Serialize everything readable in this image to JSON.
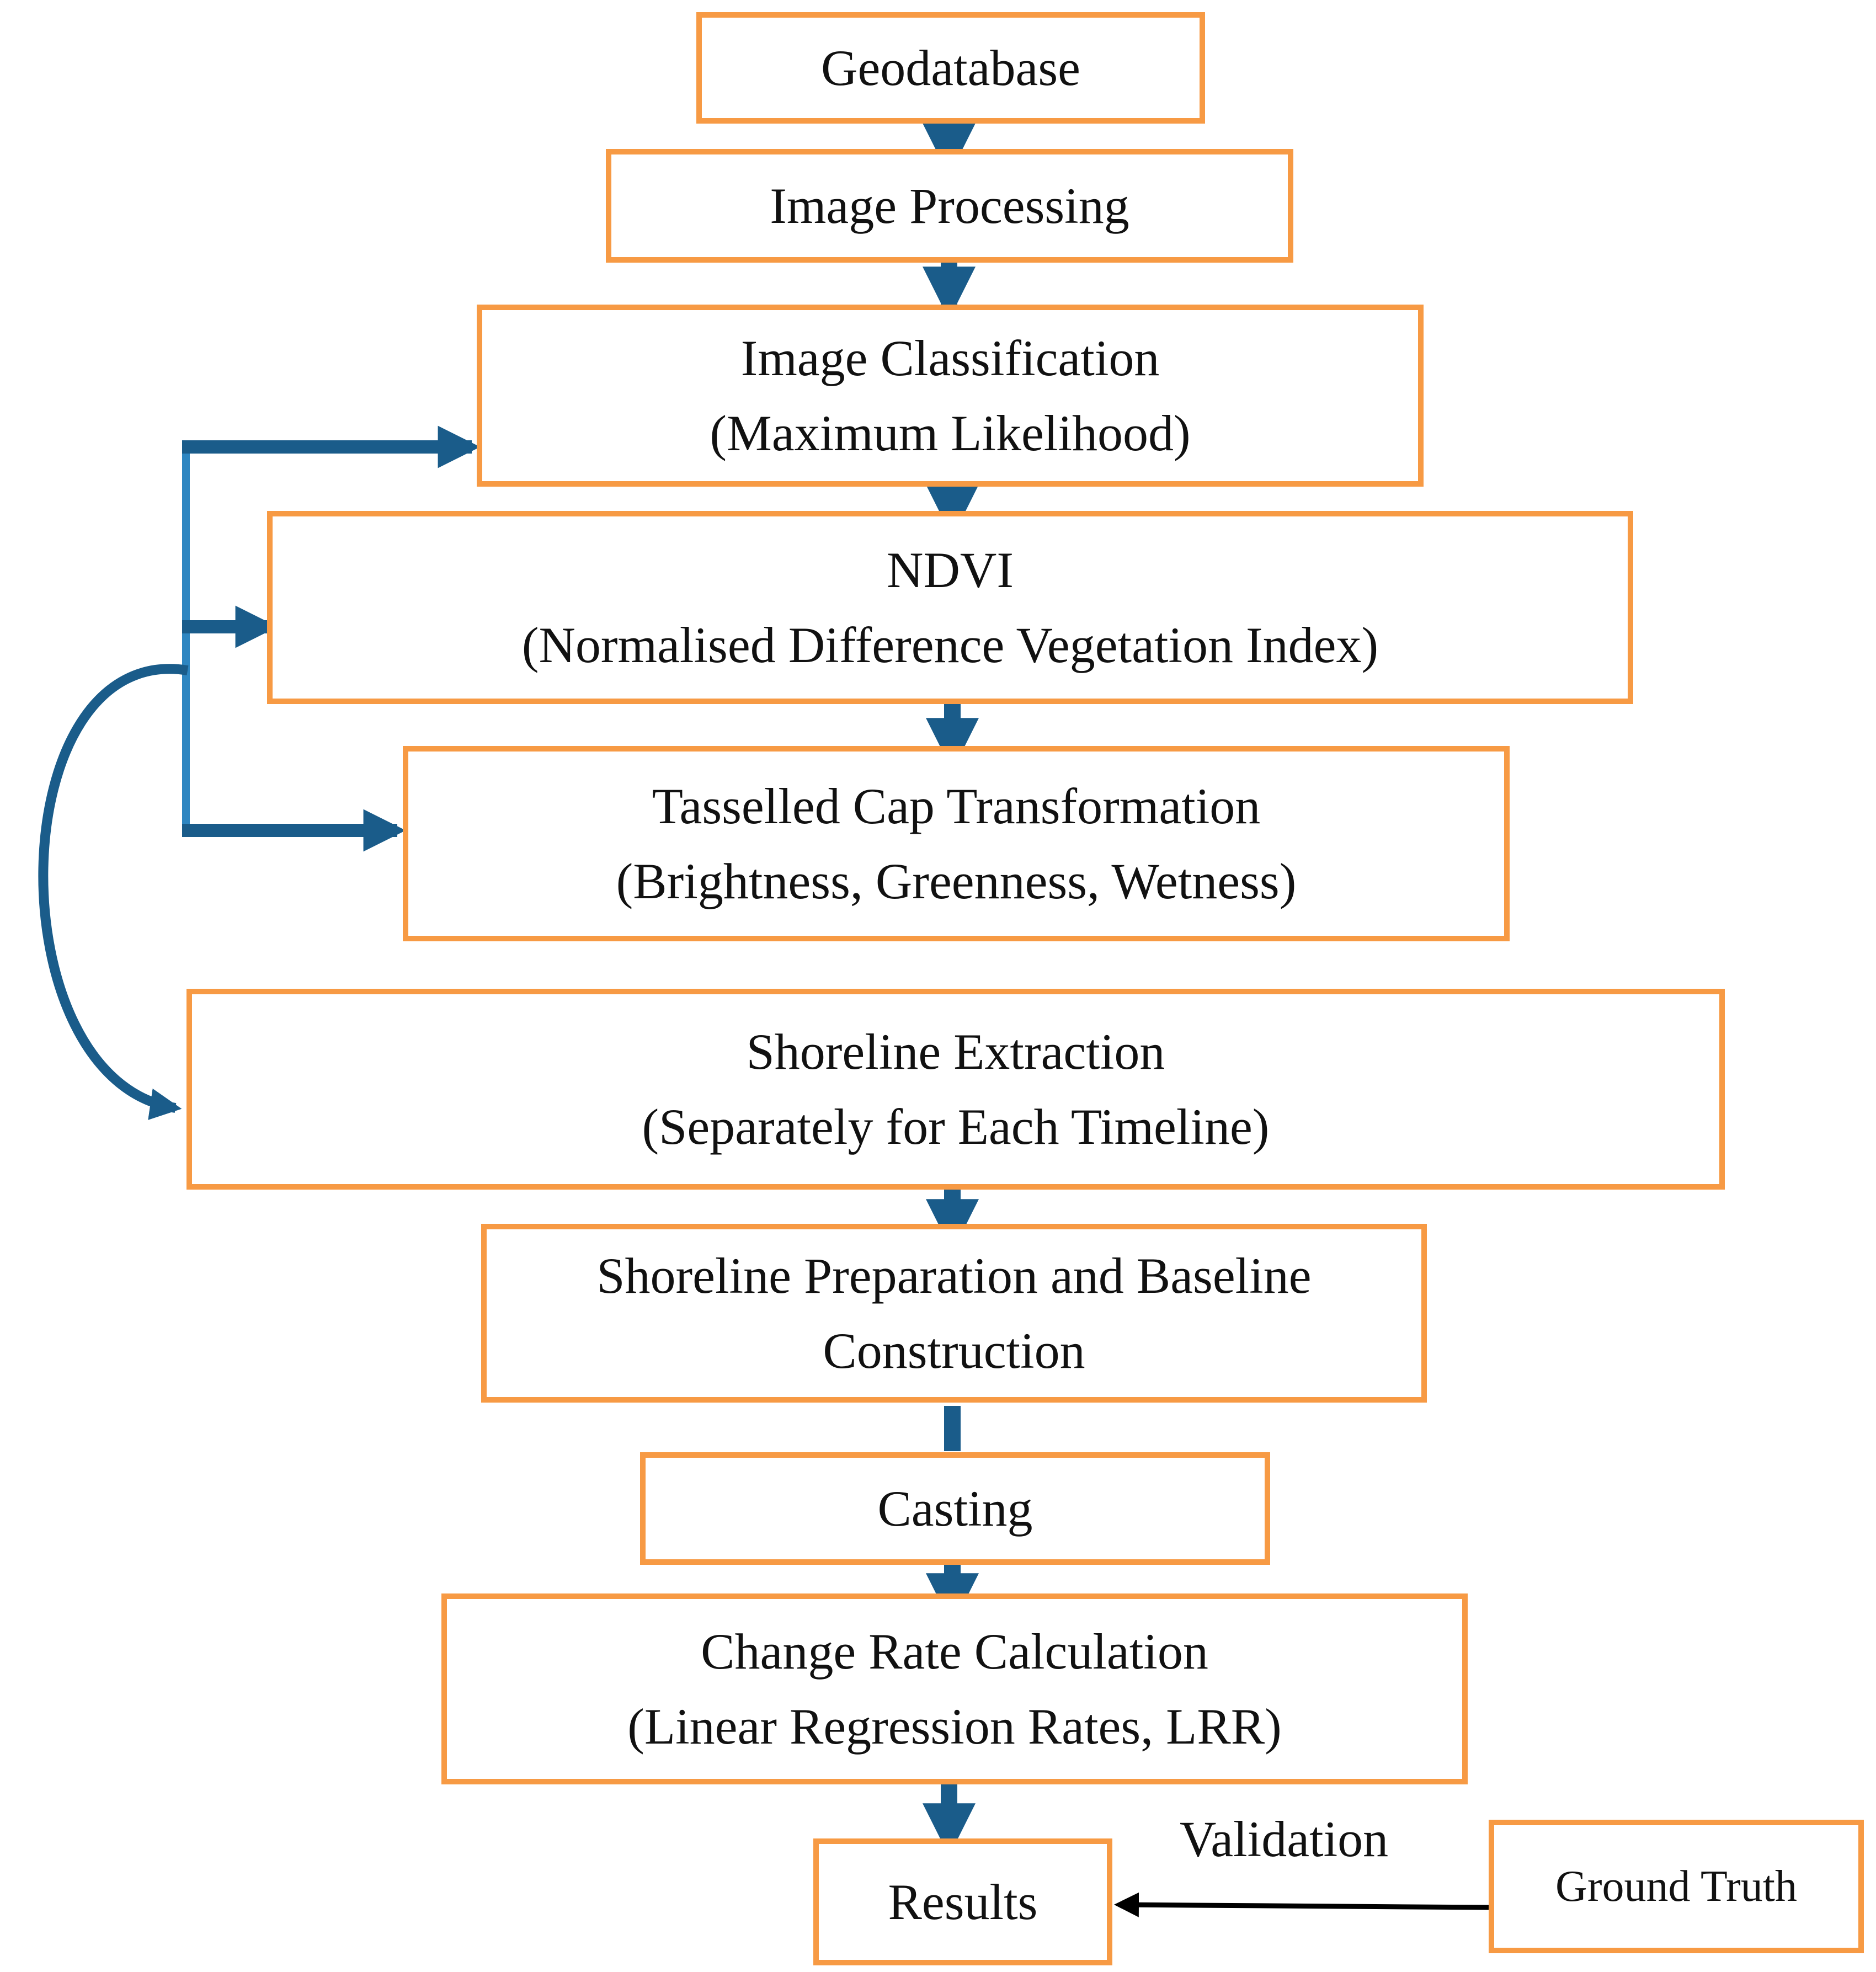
{
  "nodes": {
    "geodatabase": {
      "line1": "Geodatabase"
    },
    "image_processing": {
      "line1": "Image Processing"
    },
    "image_classification": {
      "line1": "Image Classification",
      "line2": "(Maximum Likelihood)"
    },
    "ndvi": {
      "line1": "NDVI",
      "line2": "(Normalised Difference Vegetation Index)"
    },
    "tasselled_cap": {
      "line1": "Tasselled Cap Transformation",
      "line2": "(Brightness, Greenness, Wetness)"
    },
    "shoreline_extraction": {
      "line1": "Shoreline Extraction",
      "line2": "(Separately for Each Timeline)"
    },
    "shoreline_preparation": {
      "line1": "Shoreline Preparation and Baseline",
      "line2": "Construction"
    },
    "casting": {
      "line1": "Casting"
    },
    "change_rate": {
      "line1": "Change Rate Calculation",
      "line2": "(Linear Regression Rates, LRR)"
    },
    "results": {
      "line1": "Results"
    },
    "ground_truth": {
      "line1": "Ground Truth"
    }
  },
  "edge_labels": {
    "validation": "Validation"
  },
  "colors": {
    "box_border": "#F79A44",
    "arrow": "#1A5C8A",
    "branch": "#2E86C1",
    "validation_arrow": "#000000"
  }
}
